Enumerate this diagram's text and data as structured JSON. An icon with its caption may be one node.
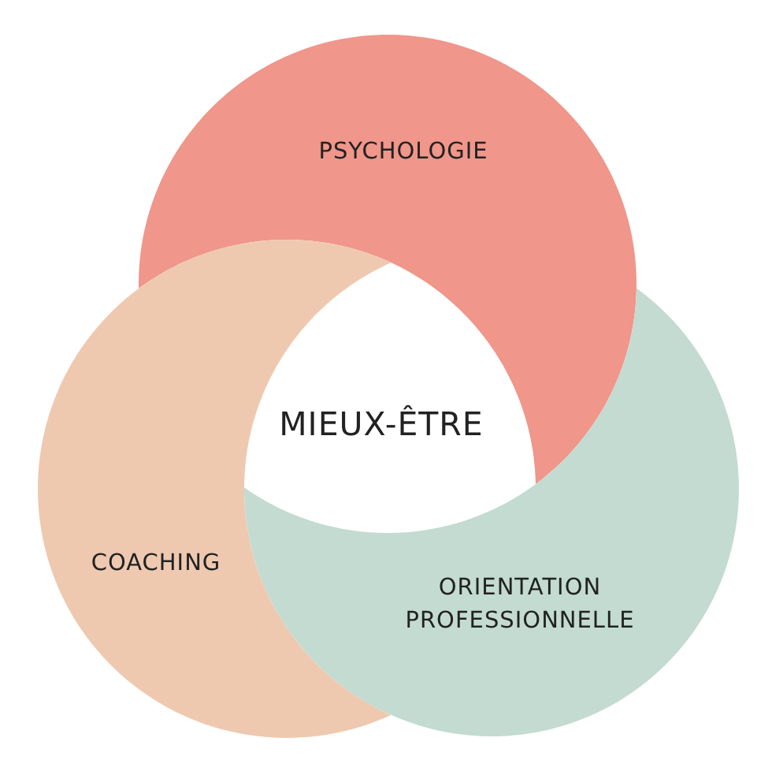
{
  "diagram": {
    "nodes": [
      {
        "text": [
          "PSYCHOLOGIE"
        ]
      },
      {
        "text": [
          "MIEUX-ÊTRE"
        ]
      },
      {
        "text": [
          "COACHING"
        ]
      },
      {
        "text": [
          "ORIENTATION PROFESSIONNELLE"
        ]
      }
    ]
  }
}
